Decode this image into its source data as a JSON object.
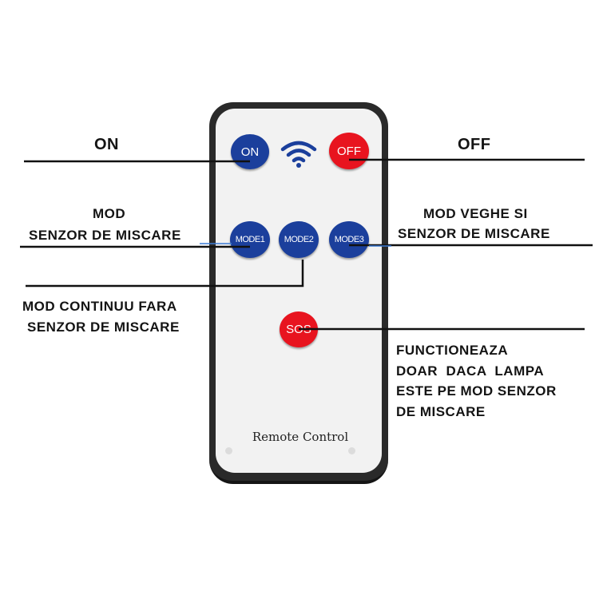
{
  "remote": {
    "buttons": {
      "on": "ON",
      "off": "OFF",
      "mode1": "MODE1",
      "mode2": "MODE2",
      "mode3": "MODE3",
      "sos": "SOS"
    },
    "brand_text": "Remote Control",
    "signal_icon": "wifi-icon"
  },
  "labels": {
    "on": "ON",
    "off": "OFF",
    "mode1_line1": "MOD",
    "mode1_line2": "SENZOR DE MISCARE",
    "mode3_line1": "MOD VEGHE SI",
    "mode3_line2": "SENZOR DE MISCARE",
    "mode2_line1": "MOD CONTINUU FARA",
    "mode2_line2": "SENZOR DE MISCARE",
    "sos_line1": "FUNCTIONEAZA",
    "sos_line2": "DOAR  DACA  LAMPA",
    "sos_line3": "ESTE PE MOD SENZOR",
    "sos_line4": "DE MISCARE"
  },
  "colors": {
    "blue_button": "#1b3f9c",
    "red_button": "#e8141f",
    "casing": "#2a2a2a",
    "face": "#f2f2f2",
    "callout_line": "#111111",
    "accent_line": "#3a7bd5"
  }
}
